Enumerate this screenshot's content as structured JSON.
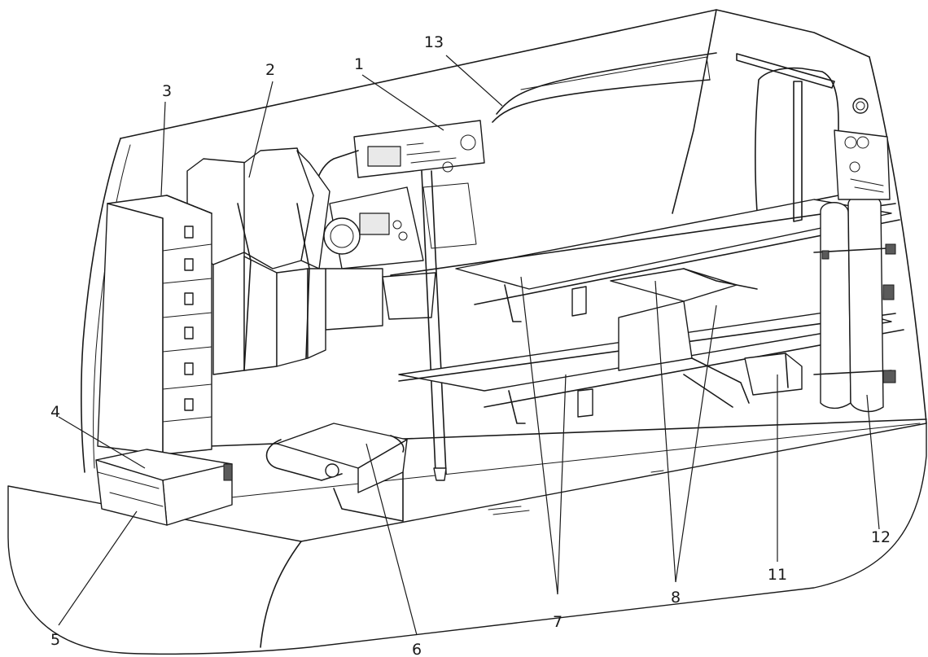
{
  "callouts": [
    {
      "id": "1",
      "label": "1"
    },
    {
      "id": "2",
      "label": "2"
    },
    {
      "id": "3",
      "label": "3"
    },
    {
      "id": "4",
      "label": "4"
    },
    {
      "id": "5",
      "label": "5"
    },
    {
      "id": "6",
      "label": "6"
    },
    {
      "id": "7",
      "label": "7"
    },
    {
      "id": "8",
      "label": "8"
    },
    {
      "id": "11",
      "label": "11"
    },
    {
      "id": "12",
      "label": "12"
    },
    {
      "id": "13",
      "label": "13"
    }
  ],
  "colors": {
    "line": "#1a1a1a",
    "background": "#ffffff"
  }
}
